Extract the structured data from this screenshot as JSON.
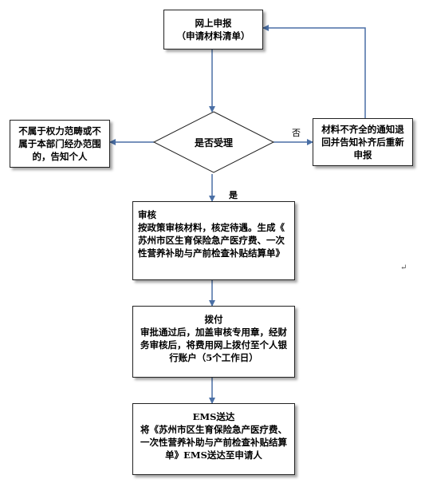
{
  "nodes": {
    "online_report": {
      "lines": [
        "网上申报",
        "（申请材料清单）"
      ]
    },
    "decision": {
      "text": "是否受理"
    },
    "reject": {
      "lines": [
        "不属于权力范畴或不",
        "属于本部门经办范围",
        "的，告知个人"
      ]
    },
    "supplement": {
      "lines": [
        "材料不齐全的通知退",
        "回并告知补齐后重新",
        "申报"
      ]
    },
    "review": {
      "title": "审核",
      "lines": [
        "按政策审核材料，核定待遇。生成《",
        "苏州市区生育保险急产医疗费、一次",
        "性营养补助与产前检查补贴结算单》"
      ]
    },
    "allocate": {
      "title": "拨付",
      "lines": [
        "审批通过后，加盖审核专用章，经财",
        "务审核后，将费用网上拨付至个人银",
        "行账户（5个工作日）"
      ]
    },
    "ems": {
      "title": "EMS送达",
      "lines": [
        "将《苏州市区生育保险急产医疗费、",
        "一次性营养补助与产前检查补贴结算",
        "单》EMS送达至申请人"
      ]
    }
  },
  "edge_labels": {
    "no": "否",
    "yes": "是"
  },
  "end_mark": "↵"
}
